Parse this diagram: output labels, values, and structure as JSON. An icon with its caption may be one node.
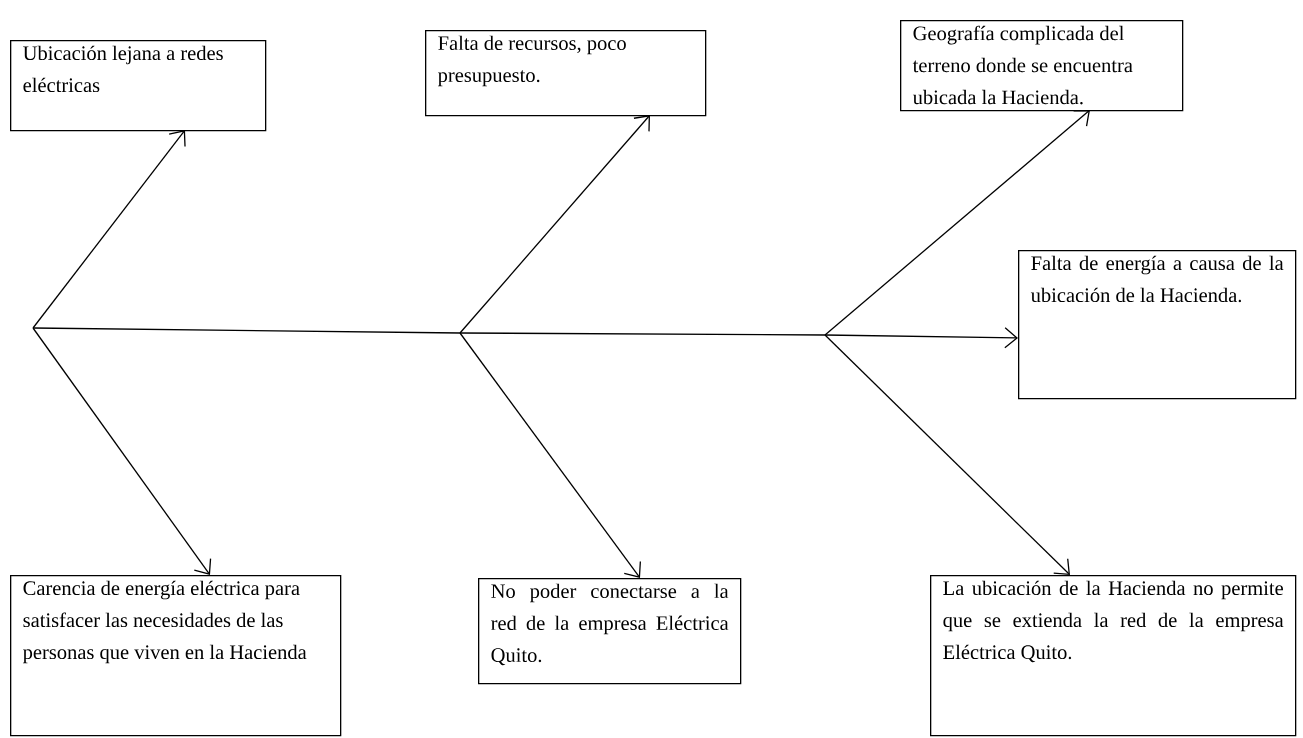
{
  "diagram": {
    "nodes": [
      {
        "text": [
          "Ubicación lejana a redes eléctricas"
        ]
      },
      {
        "text": [
          "Falta de recursos, poco presupuesto."
        ]
      },
      {
        "text": [
          "Geografía complicada del terreno donde se encuentra ubicada la Hacienda."
        ]
      },
      {
        "text": [
          "Falta de energía a causa de la ubicación de la Hacienda."
        ]
      },
      {
        "text": [
          "Carencia de energía eléctrica para satisfacer las necesidades de las personas que viven en la Hacienda"
        ]
      },
      {
        "text": [
          "No poder conectarse a la red de la empresa Eléctrica Quito."
        ]
      },
      {
        "text": [
          "La ubicación de la Hacienda no permite que se extienda la red de la empresa Eléctrica Quito."
        ]
      }
    ],
    "edges": [
      {
        "from": null,
        "to": 0,
        "arrow": "to"
      },
      {
        "from": null,
        "to": 4,
        "arrow": "to"
      },
      {
        "from": null,
        "to": 1,
        "arrow": "to"
      },
      {
        "from": null,
        "to": 5,
        "arrow": "to"
      },
      {
        "from": null,
        "to": 2,
        "arrow": "to"
      },
      {
        "from": null,
        "to": 6,
        "arrow": "to"
      },
      {
        "from": null,
        "to": 3,
        "arrow": "to"
      }
    ]
  }
}
